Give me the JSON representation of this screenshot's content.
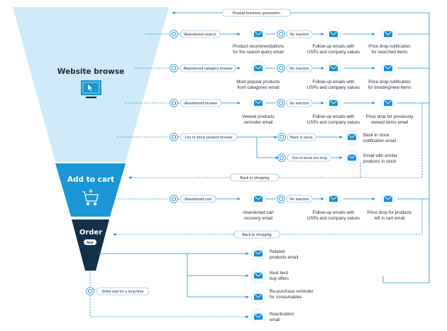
{
  "colors": {
    "funnel_top": "#cfeaf9",
    "funnel_mid": "#1a97d4",
    "funnel_bottom": "#123049",
    "line": "#1a8fd1",
    "envelope": "#1a8fd1",
    "text": "#1d2a3a"
  },
  "funnel": {
    "website_browse": "Website browse",
    "add_to_cart": "Add to cart",
    "order": "Order",
    "order_badge": "buy"
  },
  "pills": {
    "repeat_business": "Repeat business generation",
    "abandoned_search": "Abandoned search",
    "abandoned_category": "Abandoned category browse",
    "abandoned_browse": "Abandoned browse",
    "out_of_stock": "Out of stock product browse",
    "no_reaction_1": "No reaction",
    "no_reaction_2": "No reaction",
    "no_reaction_3": "No reaction",
    "no_reaction_4": "No reaction",
    "back_in_stock": "Back in stock",
    "out_of_stock_long": "Out of stock too long",
    "back_to_shopping_1": "Back to shopping",
    "abandoned_cart": "Abandoned cart",
    "back_to_shopping_2": "Back to shopping",
    "didnt_visit": "Didnt visit for a long time"
  },
  "emails": {
    "row1": [
      "Product recommendations|for the search query email",
      "Follow-up emails with|USPs and company values",
      "Price drop notification|for searched items"
    ],
    "row2": [
      "Most popular products|from categories email",
      "Follow-up emails with|USPs and company values",
      "Price drop notification|for trending/new items"
    ],
    "row3": [
      "Viewed products|reminder email",
      "Follow-up emails with|USPs and company values",
      "Price drop for previously|viewed items email"
    ],
    "stock": [
      "Back in stock|notification email",
      "Email with similar|products in stock"
    ],
    "cart": [
      "Abandoned cart|recovery email",
      "Follow-up emails with|USPs and company values",
      "Price drop for products|left in cart email"
    ],
    "order": [
      "Related|products email",
      "Next best|buy offers",
      "Re-purchase reminder|for consumables",
      "Reactivation|email"
    ]
  }
}
